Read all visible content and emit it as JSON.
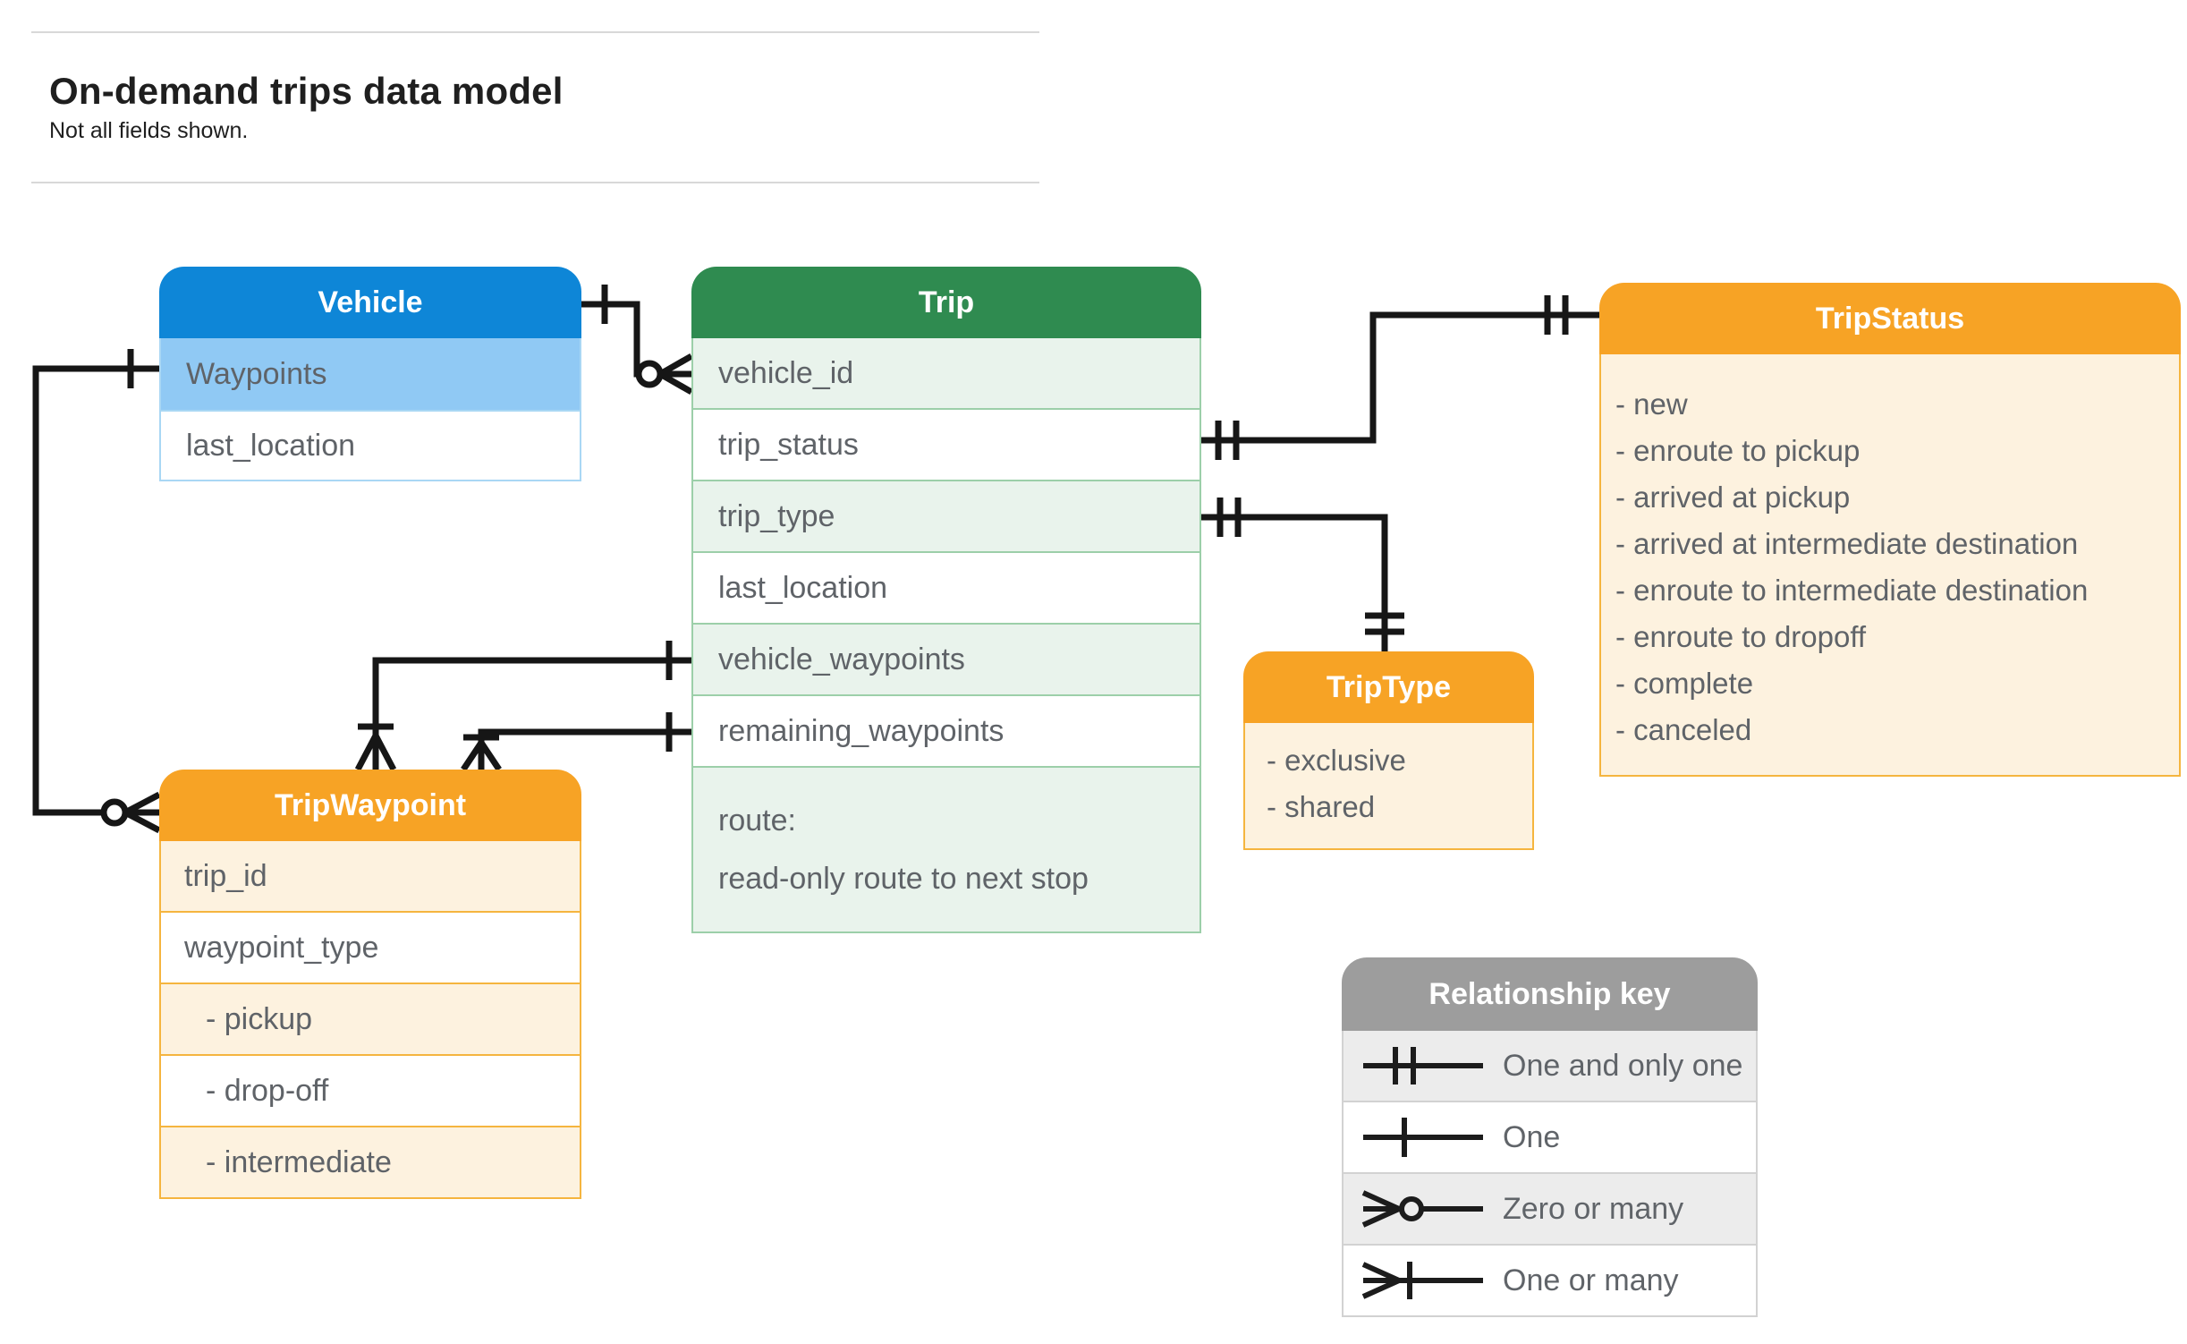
{
  "page": {
    "title": "On-demand trips data model",
    "subtitle": "Not all fields shown."
  },
  "entities": {
    "vehicle": {
      "title": "Vehicle",
      "fields": [
        "Waypoints",
        "last_location"
      ]
    },
    "trip": {
      "title": "Trip",
      "fields": [
        "vehicle_id",
        "trip_status",
        "trip_type",
        "last_location",
        "vehicle_waypoints",
        "remaining_waypoints"
      ],
      "route": [
        "route:",
        "read-only route to next stop"
      ]
    },
    "trip_status": {
      "title": "TripStatus",
      "values": [
        "- new",
        "- enroute to pickup",
        "- arrived at pickup",
        "- arrived at intermediate destination",
        "- enroute to intermediate destination",
        "- enroute to dropoff",
        "- complete",
        "- canceled"
      ]
    },
    "trip_type": {
      "title": "TripType",
      "values": [
        "- exclusive",
        "- shared"
      ]
    },
    "trip_waypoint": {
      "title": "TripWaypoint",
      "fields": [
        "trip_id",
        "waypoint_type"
      ],
      "values": [
        "- pickup",
        "- drop-off",
        "- intermediate"
      ]
    }
  },
  "legend": {
    "title": "Relationship key",
    "entries": [
      {
        "symbol": "one-and-only-one",
        "label": "One and only one"
      },
      {
        "symbol": "one",
        "label": "One"
      },
      {
        "symbol": "zero-or-many",
        "label": "Zero or many"
      },
      {
        "symbol": "one-or-many",
        "label": "One or many"
      }
    ]
  },
  "colors": {
    "vehicle_header": "#0e86d7",
    "vehicle_highlight_row": "#90c9f4",
    "trip_header": "#2f8b50",
    "trip_row_tint": "#e9f3ec",
    "enum_header": "#f7a325",
    "enum_body": "#fdf2df",
    "legend_header": "#9d9d9d",
    "legend_row_tint": "#ececec",
    "field_text": "#5f6368",
    "connector": "#161616"
  }
}
